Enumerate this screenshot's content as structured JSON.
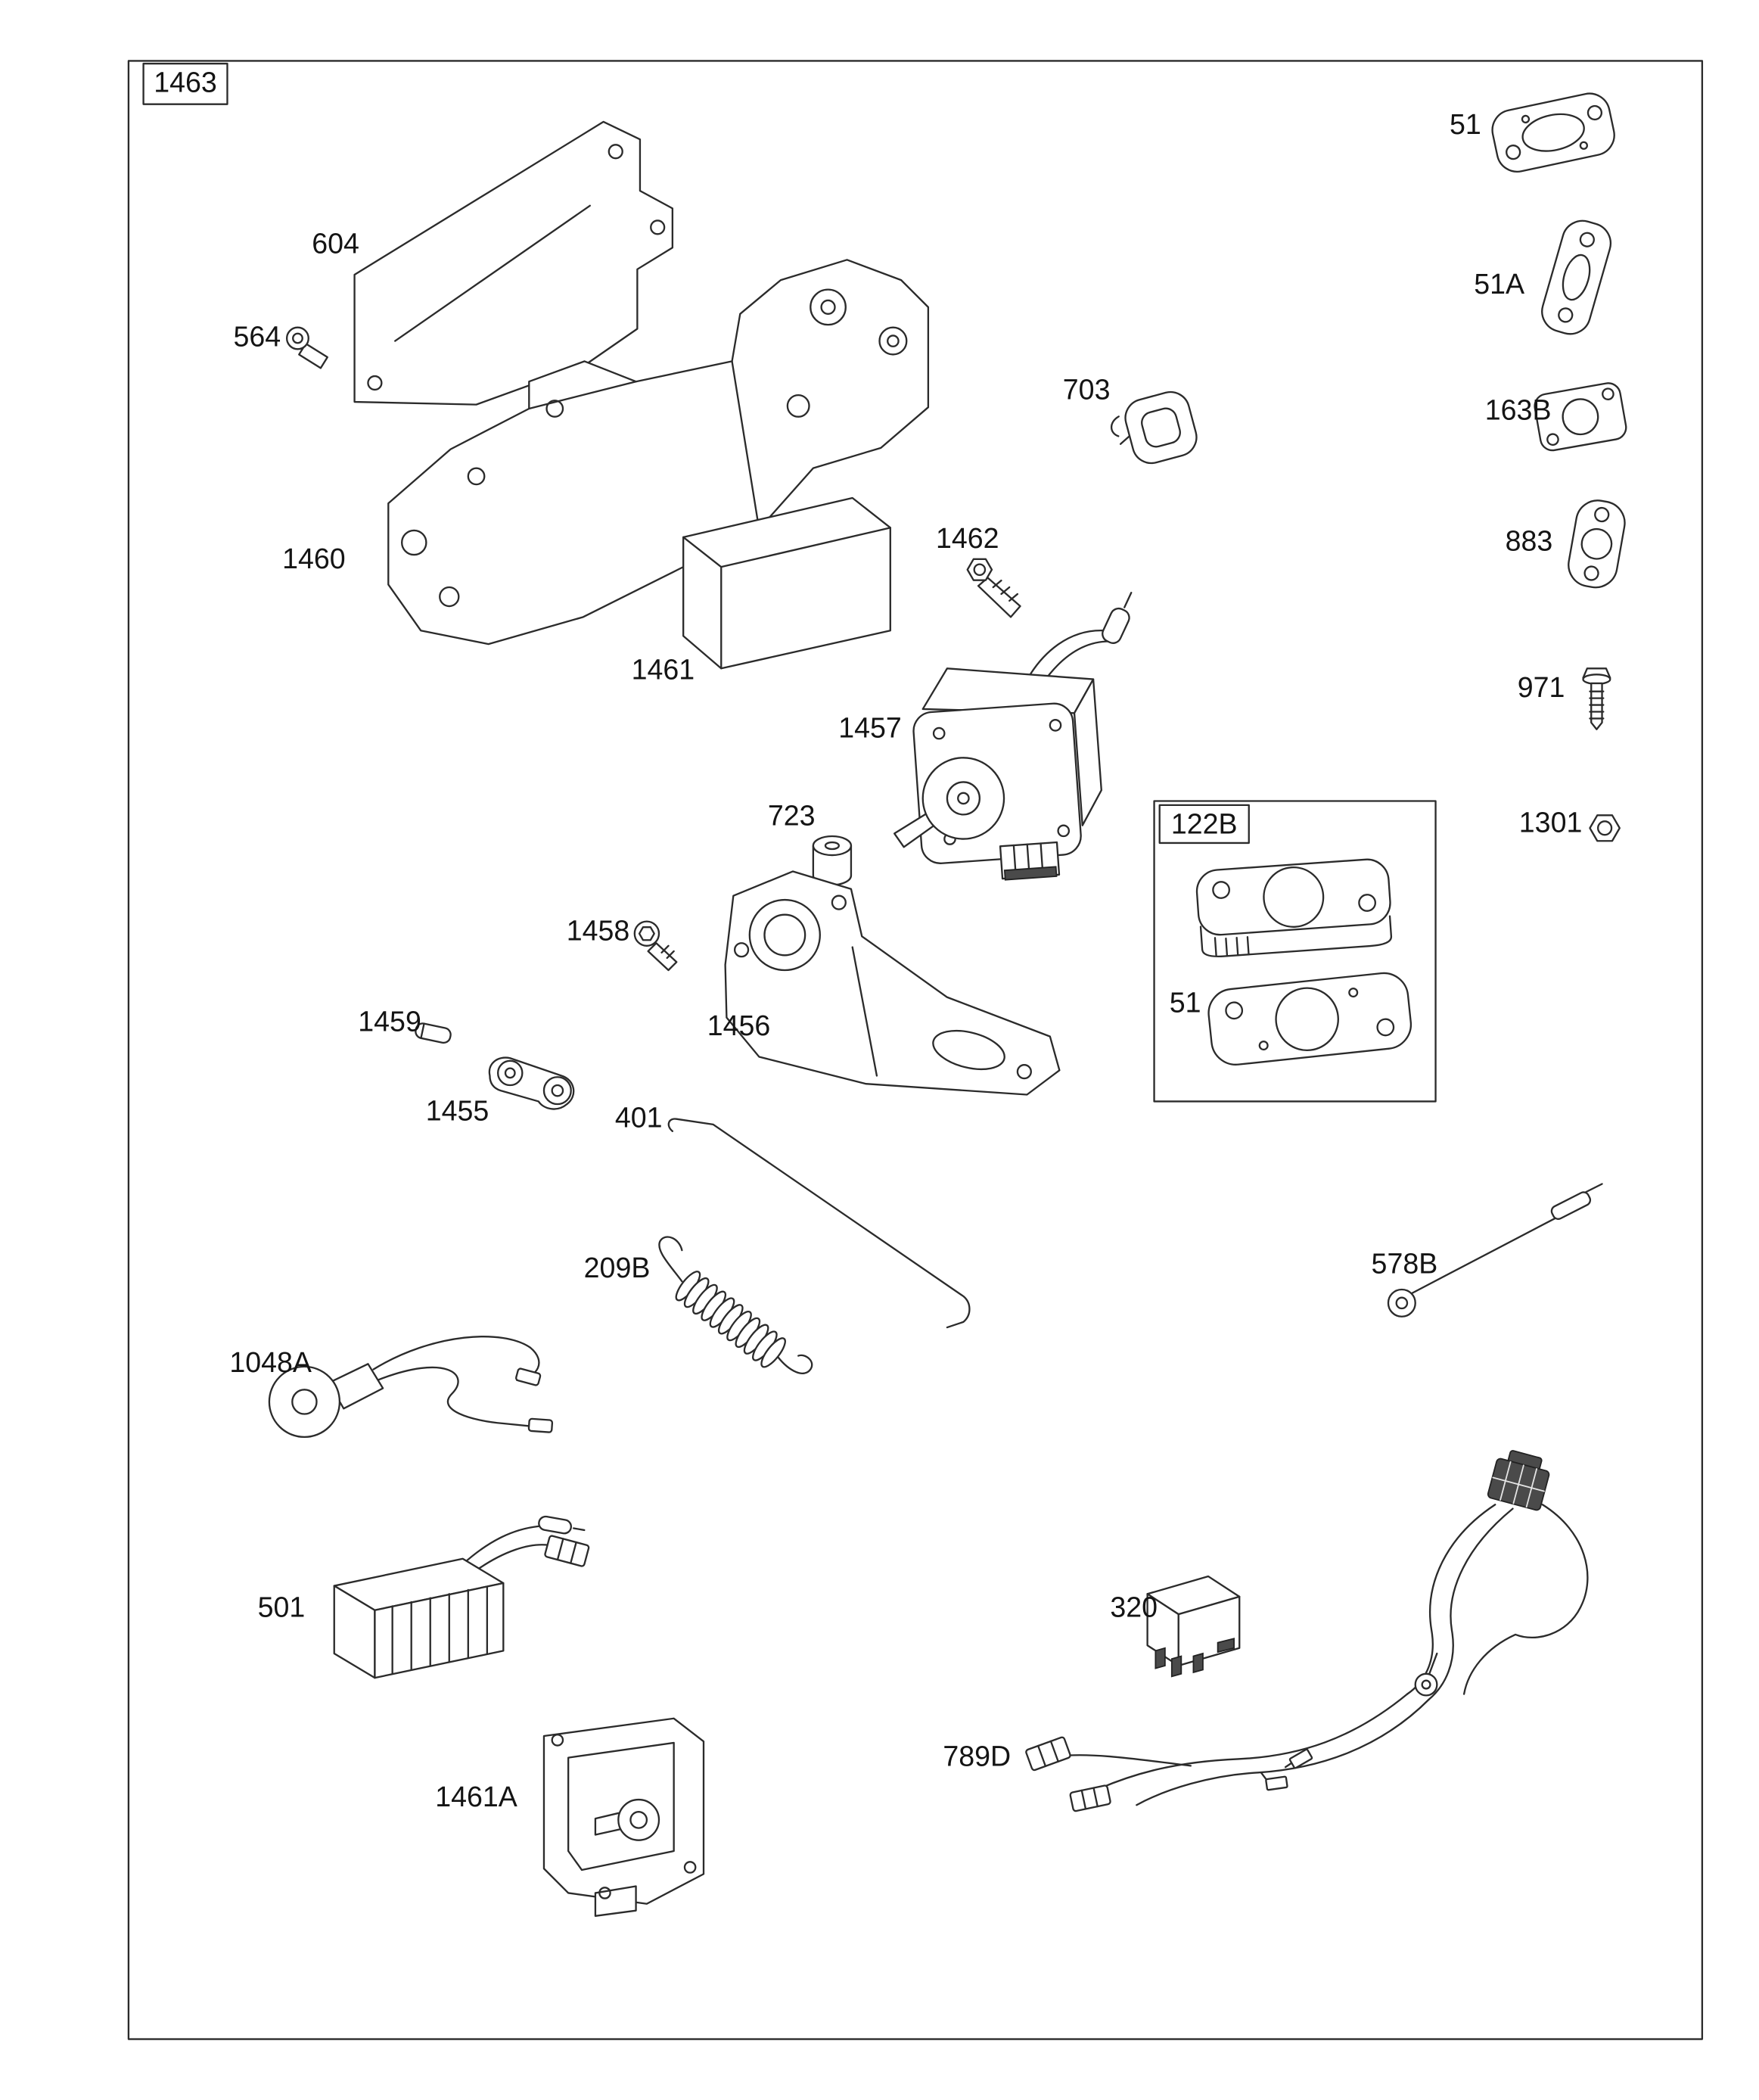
{
  "diagram": {
    "figure_label": "1463",
    "inset": {
      "label": "122B"
    },
    "parts": {
      "p604": {
        "label": "604"
      },
      "p564": {
        "label": "564"
      },
      "p703": {
        "label": "703"
      },
      "p51_top": {
        "label": "51"
      },
      "p51A": {
        "label": "51A"
      },
      "p163B": {
        "label": "163B"
      },
      "p883": {
        "label": "883"
      },
      "p971": {
        "label": "971"
      },
      "p1301": {
        "label": "1301"
      },
      "p1460": {
        "label": "1460"
      },
      "p1462": {
        "label": "1462"
      },
      "p1461": {
        "label": "1461"
      },
      "p1457": {
        "label": "1457"
      },
      "p723": {
        "label": "723"
      },
      "p1458": {
        "label": "1458"
      },
      "p51_inset": {
        "label": "51"
      },
      "p1456": {
        "label": "1456"
      },
      "p1459": {
        "label": "1459"
      },
      "p1455": {
        "label": "1455"
      },
      "p401": {
        "label": "401"
      },
      "p578B": {
        "label": "578B"
      },
      "p209B": {
        "label": "209B"
      },
      "p1048A": {
        "label": "1048A"
      },
      "p501": {
        "label": "501"
      },
      "p320": {
        "label": "320"
      },
      "p1461A": {
        "label": "1461A"
      },
      "p789D": {
        "label": "789D"
      }
    }
  }
}
